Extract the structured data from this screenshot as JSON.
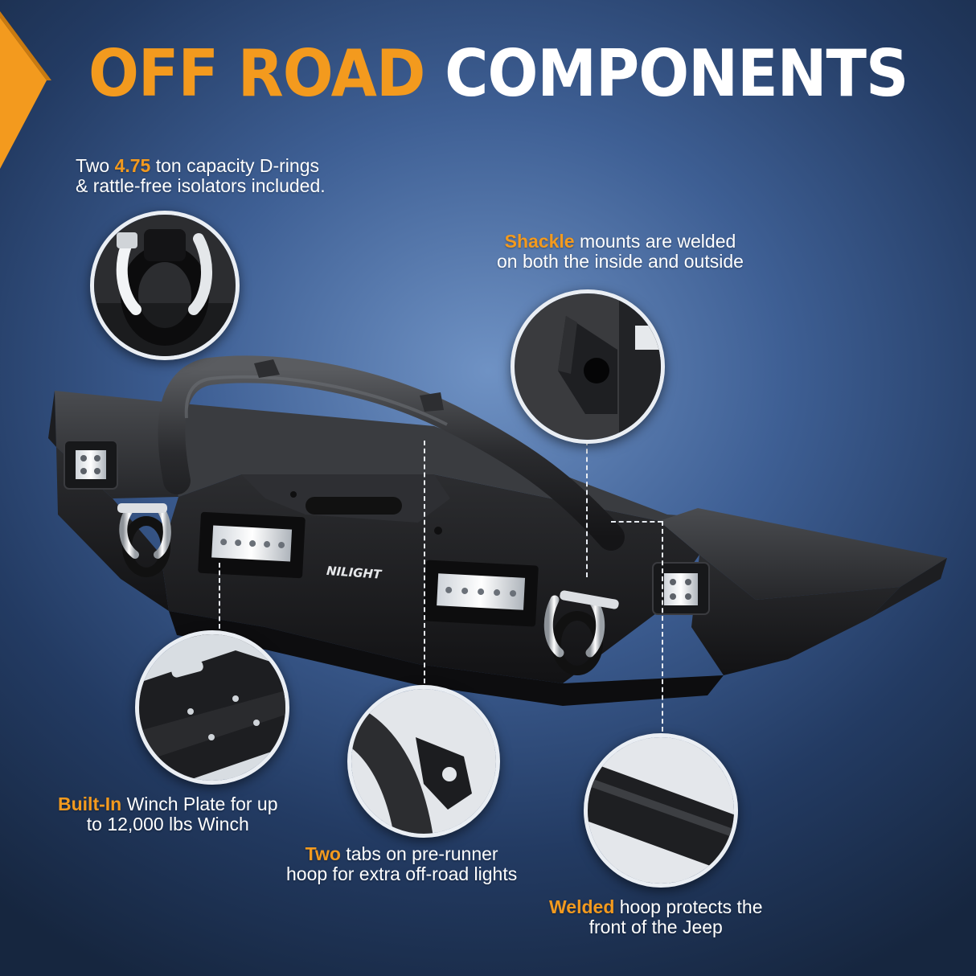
{
  "headline": {
    "highlight": "OFF ROAD",
    "rest": "COMPONENTS"
  },
  "colors": {
    "accent": "#f39a1e",
    "background": "#3e5f94",
    "text": "#ffffff"
  },
  "brand_logo": "NILIGHT",
  "callouts": {
    "d_rings": {
      "lead": "Two ",
      "highlight": "4.75",
      "line1_rest": " ton capacity D-rings",
      "line2": "& rattle-free isolators included.",
      "icon": "d-ring-shackle-closeup"
    },
    "shackle": {
      "highlight": "Shackle",
      "line1_rest": " mounts are welded",
      "line2": "on both the inside and outside",
      "icon": "shackle-mount-closeup"
    },
    "winch": {
      "highlight": "Built-In",
      "line1_rest": " Winch Plate for up",
      "line2": "to 12,000 lbs Winch",
      "icon": "winch-plate-closeup"
    },
    "tabs": {
      "highlight": "Two",
      "line1_rest": " tabs on pre-runner",
      "line2": "hoop for extra off-road lights",
      "icon": "hoop-tab-closeup"
    },
    "welded": {
      "highlight": "Welded",
      "line1_rest": " hoop protects the",
      "line2": "front of the Jeep",
      "icon": "welded-hoop-closeup"
    }
  }
}
